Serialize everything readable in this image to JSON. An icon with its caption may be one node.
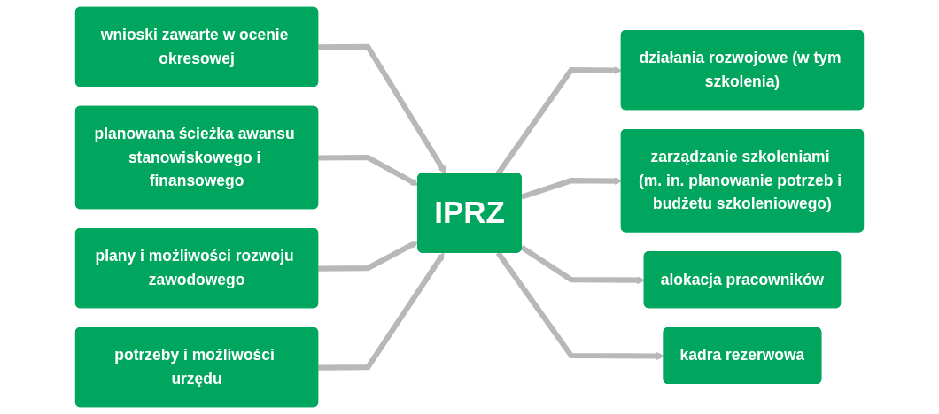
{
  "diagram": {
    "nodes": [
      {
        "text": [
          "wnioski zawarte w ocenie okresowej"
        ]
      },
      {
        "text": [
          "planowana ścieżka awansu stanowiskowego i finansowego"
        ]
      },
      {
        "text": [
          "plany i możliwości rozwoju zawodowego"
        ]
      },
      {
        "text": [
          "potrzeby i możliwości urzędu"
        ]
      },
      {
        "text": [
          "IPRZ"
        ]
      },
      {
        "text": [
          "działania rozwojowe (w tym szkolenia)"
        ]
      },
      {
        "text": [
          "zarządzanie szkoleniami (m. in. planowanie potrzeb i budżetu szkoleniowego)"
        ]
      },
      {
        "text": [
          "alokacja pracowników"
        ]
      },
      {
        "text": [
          "kadra rezerwowa"
        ]
      }
    ],
    "edges": [
      {
        "from": 0,
        "to": 4,
        "arrow": "to"
      },
      {
        "from": 1,
        "to": 4,
        "arrow": "to"
      },
      {
        "from": 2,
        "to": 4,
        "arrow": "to"
      },
      {
        "from": 3,
        "to": 4,
        "arrow": "to"
      },
      {
        "from": 4,
        "to": 5,
        "arrow": "to"
      },
      {
        "from": 4,
        "to": 6,
        "arrow": "to"
      },
      {
        "from": 4,
        "to": 7,
        "arrow": "to"
      },
      {
        "from": 4,
        "to": 8,
        "arrow": "to"
      }
    ]
  }
}
